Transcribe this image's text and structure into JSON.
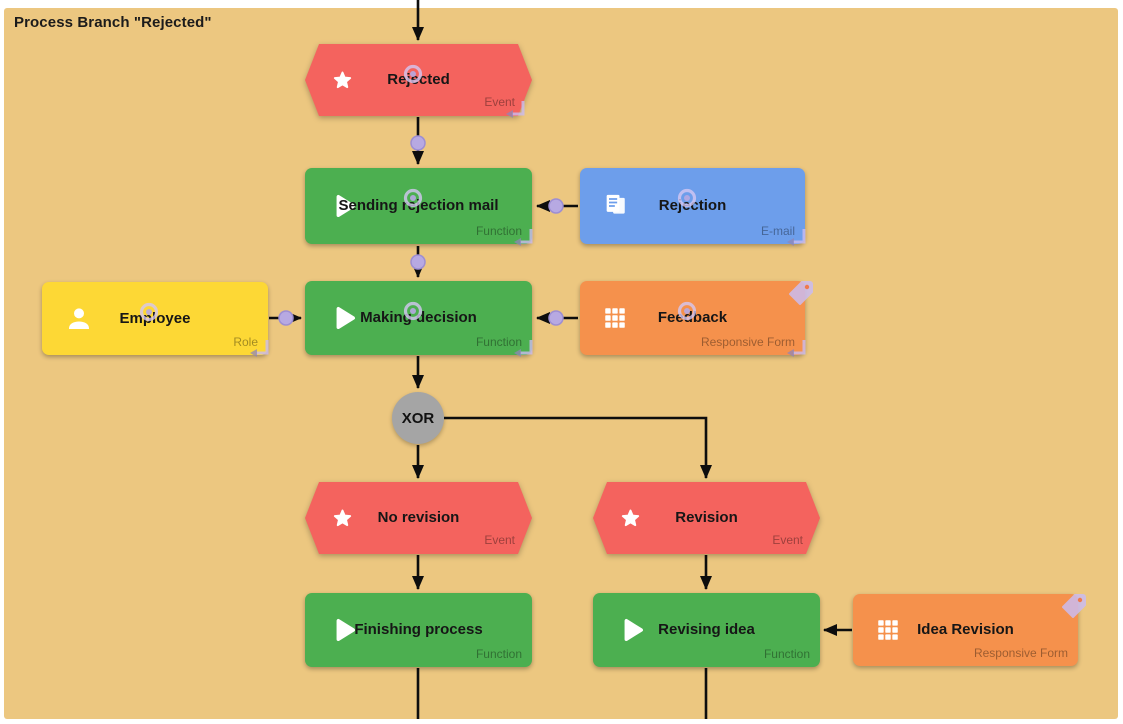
{
  "header": {
    "title": "Process Branch \"Rejected\""
  },
  "nodes": {
    "rejected": {
      "label": "Rejected",
      "type_label": "Event",
      "icon": "star-icon",
      "color": "#f4635e"
    },
    "sending_rejection_mail": {
      "label": "Sending rejection mail",
      "type_label": "Function",
      "icon": "play-icon",
      "color": "#4caf50"
    },
    "rejection": {
      "label": "Rejection",
      "type_label": "E-mail",
      "icon": "document-icon",
      "color": "#6d9eeb"
    },
    "employee": {
      "label": "Employee",
      "type_label": "Role",
      "icon": "person-icon",
      "color": "#fdd835"
    },
    "making_decision": {
      "label": "Making decision",
      "type_label": "Function",
      "icon": "play-icon",
      "color": "#4caf50"
    },
    "feedback": {
      "label": "Feedback",
      "type_label": "Responsive Form",
      "icon": "grid-icon",
      "color": "#f5914c"
    },
    "xor_gateway": {
      "label": "XOR",
      "color": "#a5a5a5"
    },
    "no_revision": {
      "label": "No revision",
      "type_label": "Event",
      "icon": "star-icon",
      "color": "#f4635e"
    },
    "revision": {
      "label": "Revision",
      "type_label": "Event",
      "icon": "star-icon",
      "color": "#f4635e"
    },
    "finishing_process": {
      "label": "Finishing process",
      "type_label": "Function",
      "icon": "play-icon",
      "color": "#4caf50"
    },
    "revising_idea": {
      "label": "Revising idea",
      "type_label": "Function",
      "icon": "play-icon",
      "color": "#4caf50"
    },
    "idea_revision": {
      "label": "Idea Revision",
      "type_label": "Responsive Form",
      "icon": "grid-icon",
      "color": "#f5914c"
    }
  },
  "edges": [
    {
      "from": "start",
      "to": "rejected"
    },
    {
      "from": "rejected",
      "to": "sending_rejection_mail"
    },
    {
      "from": "rejection",
      "to": "sending_rejection_mail"
    },
    {
      "from": "sending_rejection_mail",
      "to": "making_decision"
    },
    {
      "from": "employee",
      "to": "making_decision"
    },
    {
      "from": "feedback",
      "to": "making_decision"
    },
    {
      "from": "making_decision",
      "to": "xor_gateway"
    },
    {
      "from": "xor_gateway",
      "to": "no_revision"
    },
    {
      "from": "xor_gateway",
      "to": "revision"
    },
    {
      "from": "no_revision",
      "to": "finishing_process"
    },
    {
      "from": "revision",
      "to": "revising_idea"
    },
    {
      "from": "idea_revision",
      "to": "revising_idea"
    },
    {
      "from": "finishing_process",
      "to": "continues-below"
    },
    {
      "from": "revising_idea",
      "to": "continues-below"
    }
  ],
  "colors": {
    "page": "#ffffff",
    "canvas": "#ecc780",
    "connector": "#0d0d0d",
    "connector_dot": "#b7a9e2",
    "overlay_icon": "#cbbcf0",
    "type_label": "rgba(0,0,0,0.36)"
  }
}
